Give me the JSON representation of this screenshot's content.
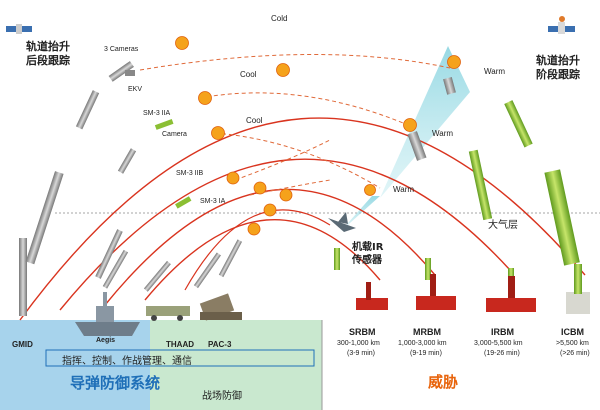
{
  "labels": {
    "boost_tracking": [
      "轨道抬升",
      "后段跟踪"
    ],
    "midcourse_tracking": [
      "轨道抬升",
      "阶段跟踪"
    ],
    "atmosphere": "大气层",
    "airborne_ir": [
      "机载IR",
      "传感器"
    ],
    "cold": "Cold",
    "cool_1": "Cool",
    "cool_2": "Cool",
    "warm_1": "Warm",
    "warm_2": "Warm",
    "warm_3": "Warm",
    "three_cameras": "3 Cameras",
    "ekv": "EKV",
    "sm3_iia": "SM-3 IIA",
    "camera": "Camera",
    "sm3_iib": "SM-3 IIB",
    "sm3_ia": "SM-3 IA",
    "gmid": "GMID",
    "aegis": "Aegis",
    "thaad": "THAAD",
    "pac3": "PAC-3",
    "functions": "指挥、控制、作战管理、通信",
    "defense_system": "导弹防御系统",
    "field_defense": "战场防御",
    "threat": "威胁"
  },
  "threats": [
    {
      "name": "SRBM",
      "range": "300-1,000 km",
      "time": "(3-9 min)"
    },
    {
      "name": "MRBM",
      "range": "1,000-3,000 km",
      "time": "(9-19 min)"
    },
    {
      "name": "IRBM",
      "range": "3,000-5,500 km",
      "time": "(19-26 min)"
    },
    {
      "name": "ICBM",
      "range": ">5,500 km",
      "time": "(>26 min)"
    }
  ],
  "colors": {
    "trajectory": "#d9341f",
    "interceptor_path": "#e06a3a",
    "explosion": "#f5a21b",
    "defense_panel": "#a7d3ec",
    "panel_green": "#cdeacc",
    "threat_text": "#e8640c",
    "defense_text": "#1f6fb8",
    "sensor_beam": "#7fd0dc",
    "missile_green": "#9ccc3c",
    "launcher_red": "#c8281e"
  }
}
